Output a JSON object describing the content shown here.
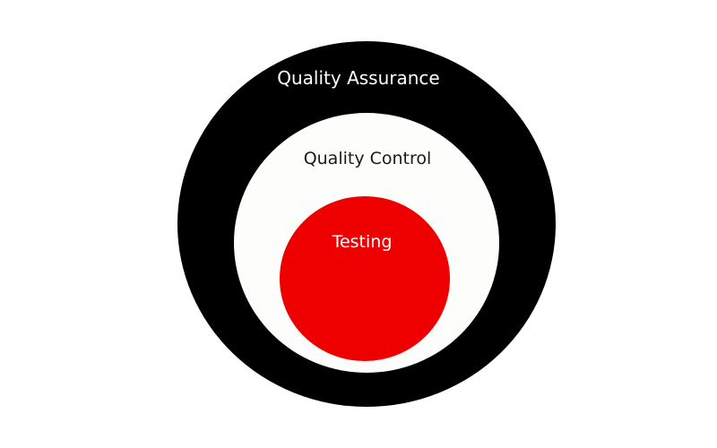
{
  "diagram": {
    "outer": {
      "label": "Quality Assurance",
      "fill": "#000000",
      "text_color": "#ffffff"
    },
    "middle": {
      "label": "Quality Control",
      "fill": "#fdfdfb",
      "text_color": "#1a1a1a"
    },
    "inner": {
      "label": "Testing",
      "fill": "#ee0000",
      "text_color": "#ffffff"
    }
  }
}
